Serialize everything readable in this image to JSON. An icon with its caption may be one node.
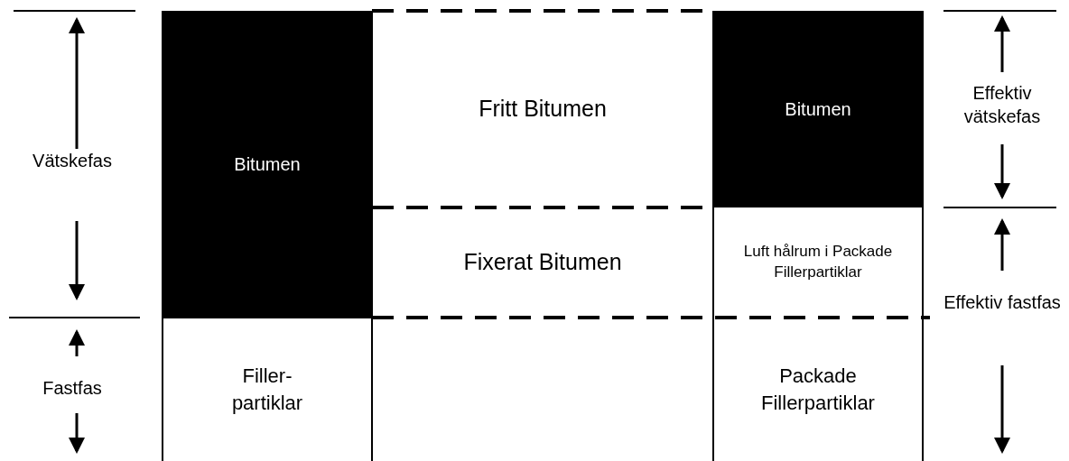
{
  "diagram": {
    "nodes": [
      {
        "text": [
          "Bitumen"
        ]
      },
      {
        "text": [
          "Filler- partiklar"
        ]
      },
      {
        "text": [
          "Fritt Bitumen"
        ]
      },
      {
        "text": [
          "Fixerat Bitumen"
        ]
      },
      {
        "text": [
          "Bitumen"
        ]
      },
      {
        "text": [
          "Luft hålrum i Packade Fillerpartiklar"
        ]
      },
      {
        "text": [
          "Packade Fillerpartiklar"
        ]
      }
    ],
    "edges": [],
    "labels": [
      "Vätskefas",
      "Fastfas",
      "Effektiv vätskefas",
      "Effektiv fastfas"
    ]
  }
}
